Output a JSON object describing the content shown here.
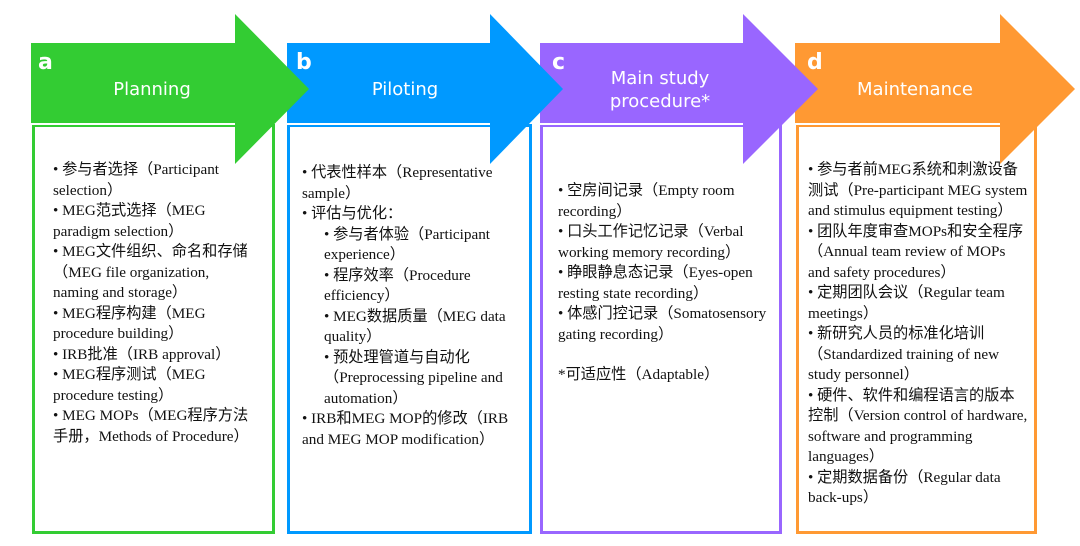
{
  "colors": {
    "planning": "#33cc33",
    "piloting": "#0099ff",
    "main_study": "#9966ff",
    "maintenance": "#ff9933",
    "header_text": "#ffffff",
    "body_text": "#111111"
  },
  "stages": [
    {
      "letter": "a",
      "title": "Planning",
      "items": [
        "• 参与者选择（Participant selection）",
        "• MEG范式选择（MEG paradigm selection）",
        "• MEG文件组织、命名和存储（MEG file organization, naming and storage）",
        "• MEG程序构建（MEG procedure building）",
        "• IRB批准（IRB approval）",
        "• MEG程序测试（MEG procedure testing）",
        "• MEG MOPs（MEG程序方法手册，Methods of Procedure）"
      ]
    },
    {
      "letter": "b",
      "title": "Piloting",
      "items": [
        "• 代表性样本（Representative sample）",
        "• 评估与优化：",
        "• 参与者体验（Participant experience）",
        "• 程序效率（Procedure efficiency）",
        "• MEG数据质量（MEG data quality）",
        "• 预处理管道与自动化（Preprocessing pipeline and automation）",
        "• IRB和MEG MOP的修改（IRB and MEG MOP modification）"
      ]
    },
    {
      "letter": "c",
      "title_line1": "Main study",
      "title_line2": "procedure*",
      "items": [
        "• 空房间记录（Empty room recording）",
        "• 口头工作记忆记录（Verbal working memory recording）",
        "• 睁眼静息态记录（Eyes-open resting state recording）",
        "• 体感门控记录（Somatosensory gating recording）"
      ],
      "note": "*可适应性（Adaptable）"
    },
    {
      "letter": "d",
      "title": "Maintenance",
      "items": [
        "• 参与者前MEG系统和刺激设备测试（Pre-participant MEG system and stimulus equipment testing）",
        "• 团队年度审查MOPs和安全程序（Annual team review of MOPs and safety procedures）",
        "• 定期团队会议（Regular team meetings）",
        "• 新研究人员的标准化培训（Standardized training of new study personnel）",
        "• 硬件、软件和编程语言的版本控制（Version control of hardware, software and programming languages）",
        "• 定期数据备份（Regular data back-ups）"
      ]
    }
  ]
}
